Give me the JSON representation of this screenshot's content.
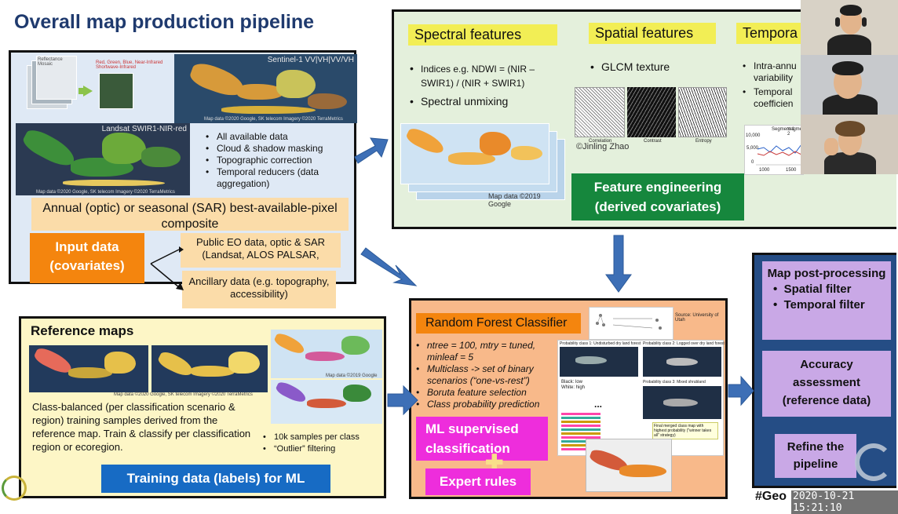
{
  "title": "Overall map production pipeline",
  "input": {
    "sentinel_label": "Sentinel-1 VV|VH|VV/VH",
    "landsat_label": "Landsat SWIR1-NIR-red",
    "thumb_left_text": "Reflectance Mosaic",
    "thumb_right_text": "Red, Green, Blue, Near-Infrared Shortwave-Infrared",
    "credit_top": "Map data ©2020 Google, SK telecom Imagery ©2020 TerraMetrics",
    "credit_bottom": "Map data ©2020 Google, SK telecom Imagery ©2020 TerraMetrics",
    "bullets": [
      "All available data",
      "Cloud & shadow masking",
      "Topographic correction",
      "Temporal reducers (data aggregation)"
    ],
    "composite_text": "Annual (optic) or seasonal (SAR) best-available-pixel composite",
    "input_label": "Input data (covariates)",
    "public_eo": "Public EO data, optic & SAR (Landsat, ALOS PALSAR,",
    "ancillary": "Ancillary data (e.g. topography, accessibility)"
  },
  "features": {
    "spectral_header": "Spectral features",
    "spatial_header": "Spatial features",
    "temporal_header": "Tempora",
    "spectral_bullets": [
      "Indices e.g. NDWI = (NIR – SWIR1) / (NIR + SWIR1)",
      "Spectral unmixing"
    ],
    "spatial_bullets": [
      "GLCM texture"
    ],
    "temporal_bullets": [
      "Intra-annu variability",
      "Temporal coefficien"
    ],
    "glcm_labels": [
      "Correlation",
      "Contrast",
      "Entropy"
    ],
    "glcm_credit": "©Jinling Zhao",
    "map_credit": "Map data ©2019 Google",
    "segment_legend": [
      "Segment 1",
      "Segment 2"
    ],
    "chart_ticks": [
      "10,000",
      "5,000",
      "0",
      "1000",
      "1500"
    ],
    "engineering_label": "Feature engineering (derived covariates)"
  },
  "reference": {
    "header": "Reference maps",
    "credit_main": "Map data ©2020 Google, SK telecom Imagery ©2020 TerraMetrics",
    "credit_right": "Map data ©2019 Google",
    "description": "Class-balanced (per classification scenario & region) training samples derived from the reference map. Train & classify per classification region or ecoregion.",
    "bullets": [
      "10k samples per class",
      "“Outlier” filtering"
    ],
    "training_label": "Training data (labels) for ML"
  },
  "classifier": {
    "header": "Random Forest Classifier",
    "source_text": "Source: University of Utah",
    "bullets": [
      "ntree = 100, mtry = tuned, minleaf = 5",
      "Multiclass -> set of binary scenarios (“one-vs-rest”)",
      "Boruta feature selection",
      "Class probability prediction"
    ],
    "prob_titles": [
      "Probability class 1: Undisturbed dry land forest",
      "Probability class 2: Logged over dry land forest",
      "Probability class 3: Mixed shrubland"
    ],
    "prob_small": [
      "Black: low",
      "White: high"
    ],
    "ellipsis": "...",
    "final_note": "Final merged class map with highest probability (\"winner takes all\" strategy)",
    "ml_label": "ML supervised classification",
    "expert_label": "Expert rules"
  },
  "post": {
    "title": "Map post-processing",
    "bullets": [
      "Spatial filter",
      "Temporal filter"
    ],
    "accuracy": "Accuracy assessment (reference data)",
    "refine": "Refine the pipeline"
  },
  "footer": {
    "hashtag": "#Geo",
    "timestamp": "2020-10-21 15:21:10"
  },
  "colors": {
    "title": "#1f3a6e",
    "arrow": "#3d6fb6",
    "orange": "#f4850e",
    "green": "#16873d",
    "blue": "#176bc4",
    "magenta": "#ee2ddc",
    "lavender": "#c9a8e6",
    "yellow": "#f2ee55"
  }
}
